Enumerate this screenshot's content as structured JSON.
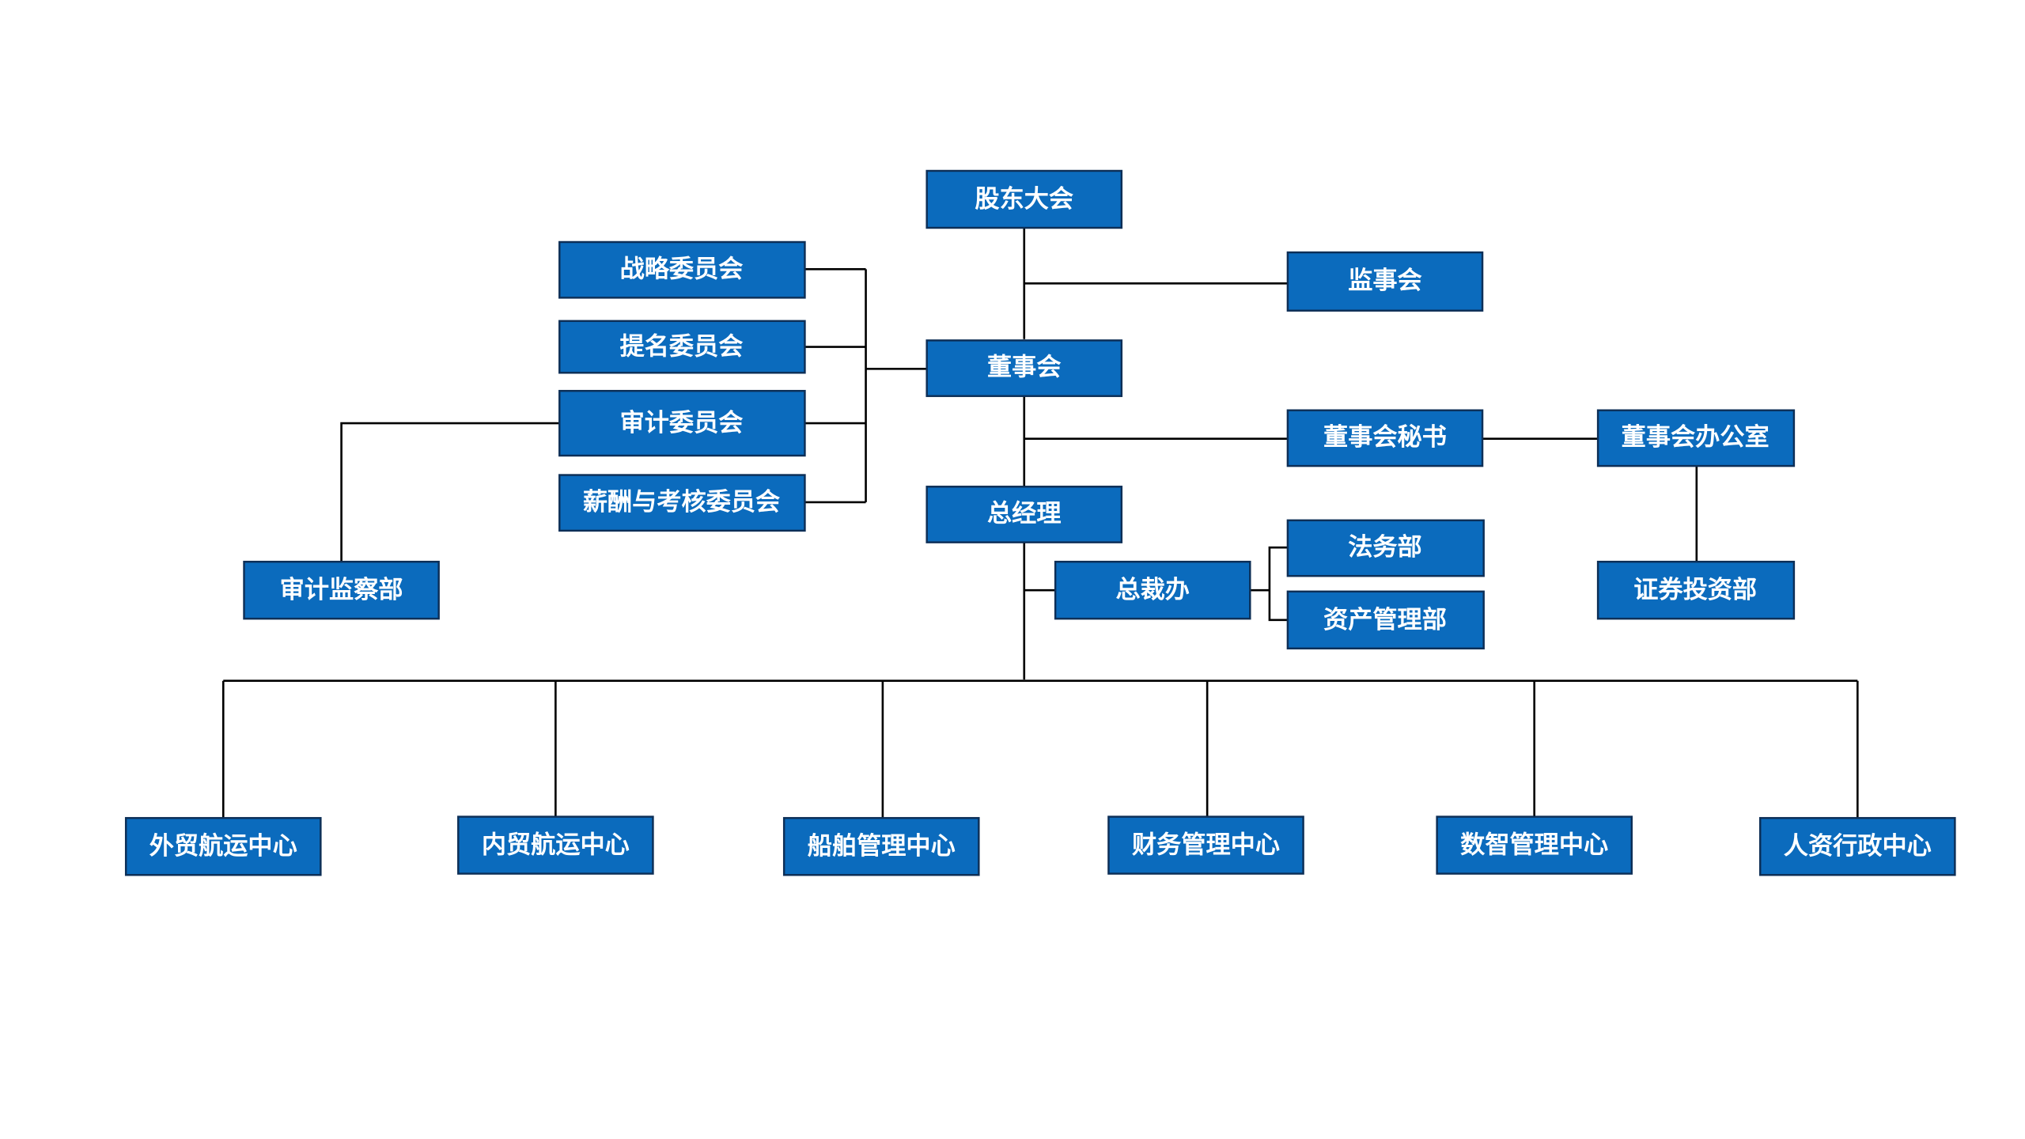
{
  "nodes": {
    "shareholders": "股东大会",
    "board": "董事会",
    "supervisors": "监事会",
    "strategy": "战略委员会",
    "nomination": "提名委员会",
    "audit_committee": "审计委员会",
    "remuneration": "薪酬与考核委员会",
    "audit_supervision": "审计监察部",
    "board_secretary": "董事会秘书",
    "board_office": "董事会办公室",
    "securities": "证券投资部",
    "general_manager": "总经理",
    "president_office": "总裁办",
    "legal": "法务部",
    "asset_management": "资产管理部",
    "foreign_shipping": "外贸航运中心",
    "domestic_shipping": "内贸航运中心",
    "ship_management": "船舶管理中心",
    "finance": "财务管理中心",
    "digital": "数智管理中心",
    "hr_admin": "人资行政中心"
  },
  "colors": {
    "node_fill": "#0b6bbd",
    "node_border": "#0d2f57",
    "node_text": "#ffffff",
    "connector": "#000000"
  }
}
